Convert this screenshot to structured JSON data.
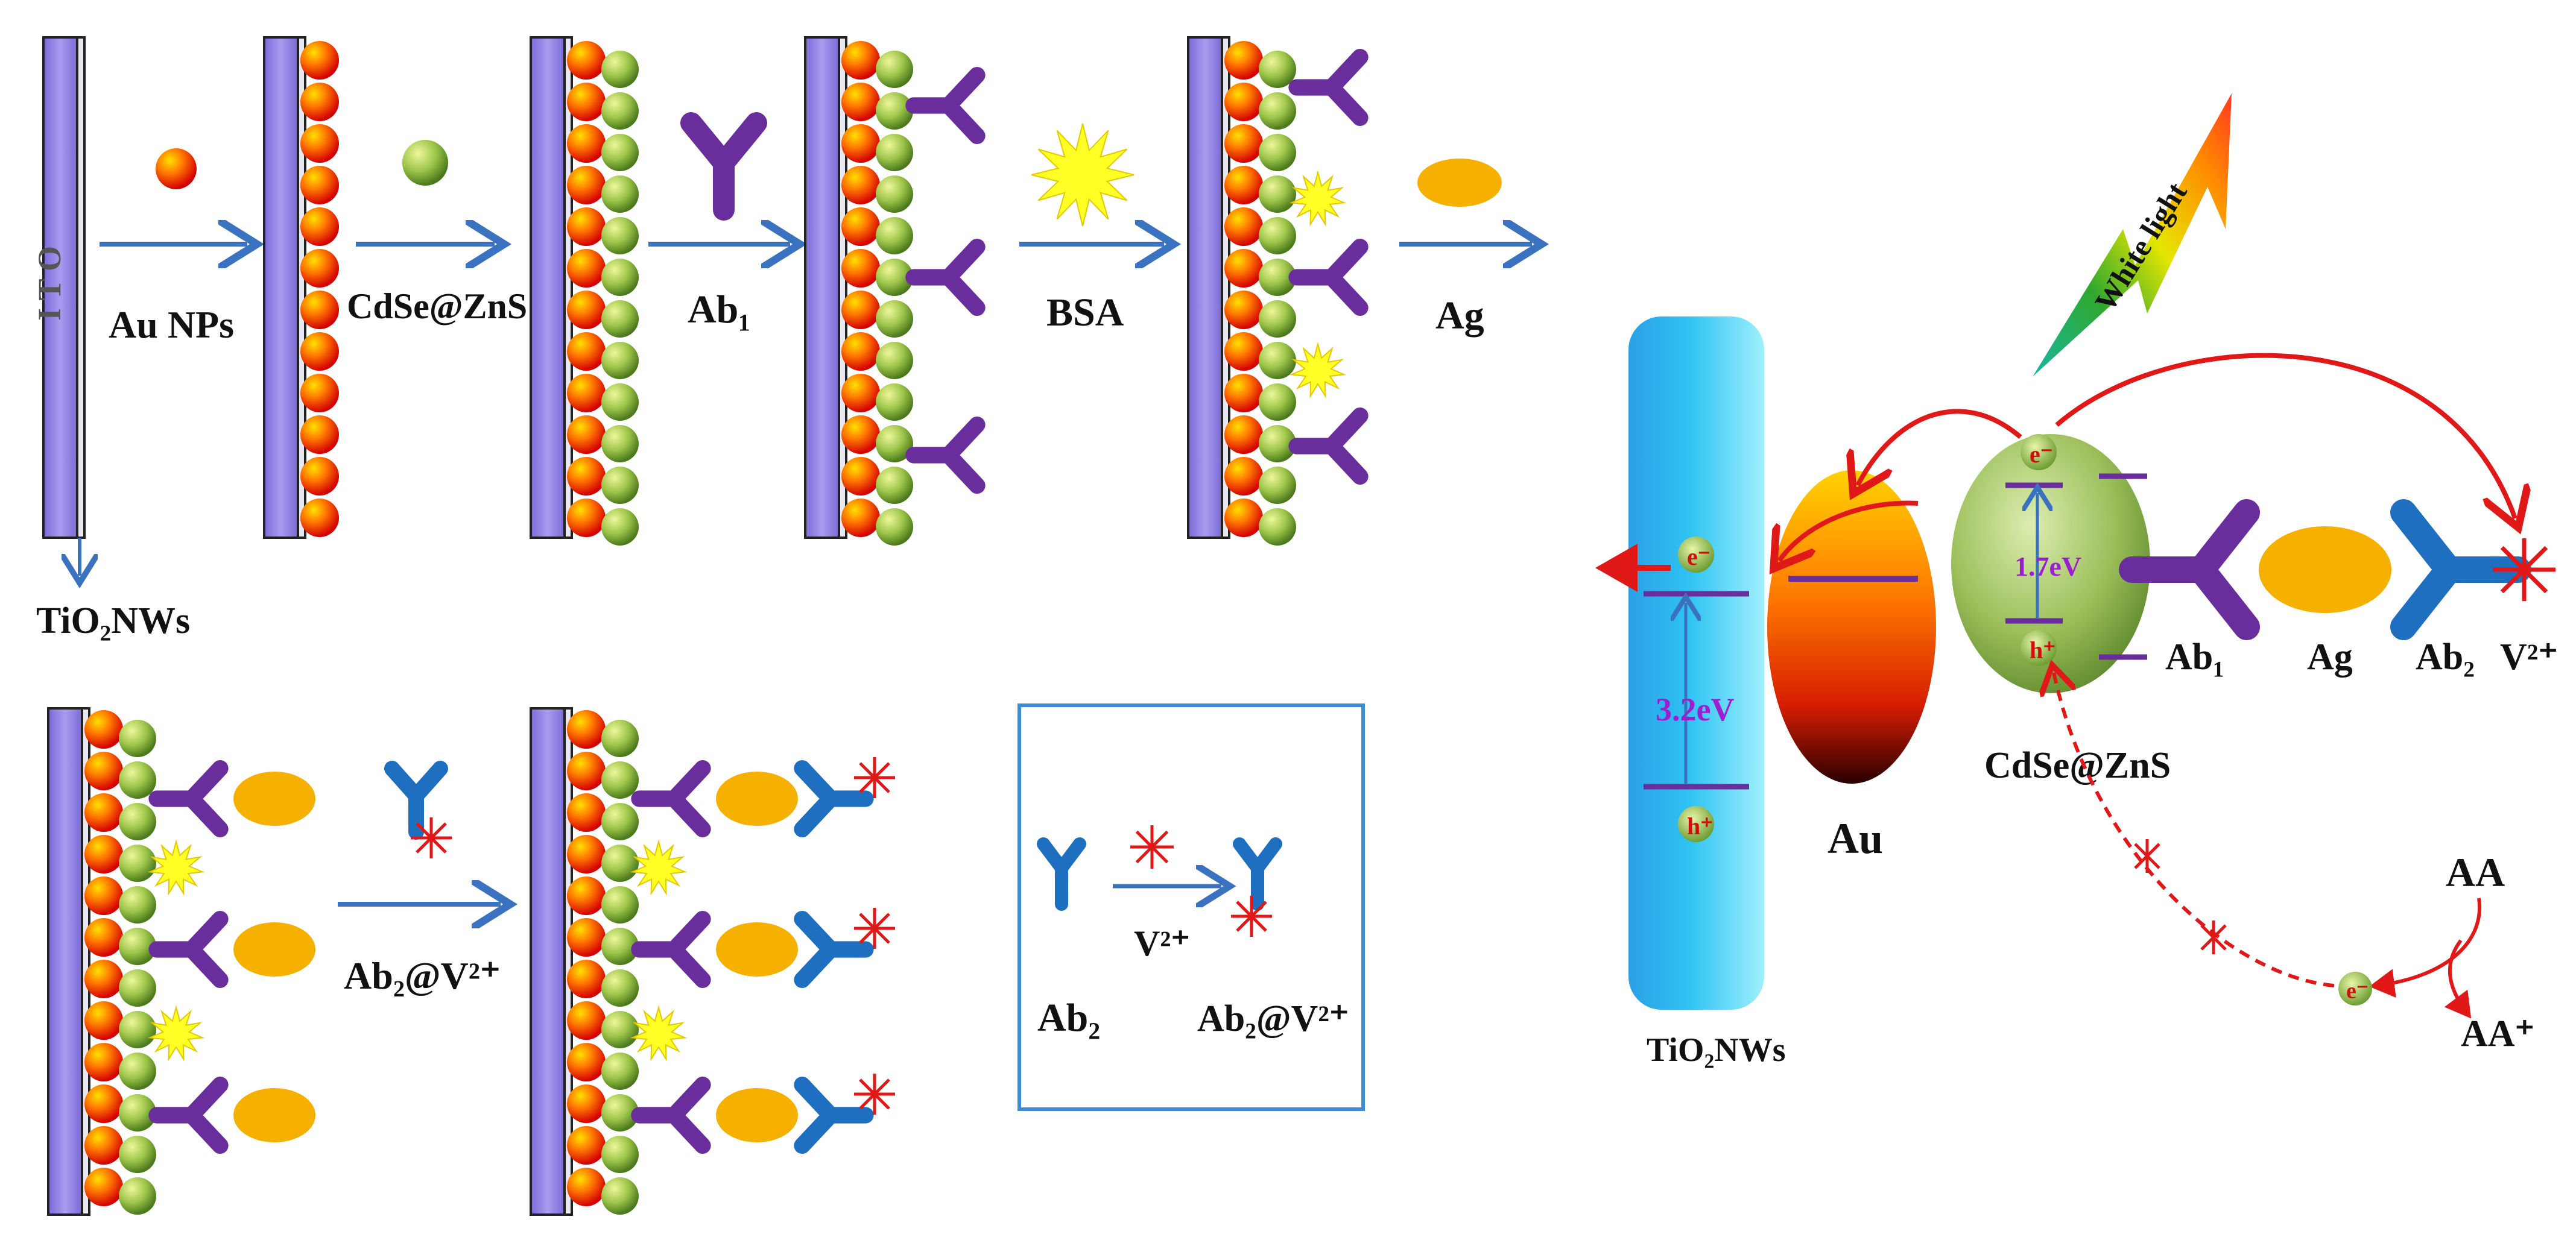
{
  "labels": {
    "ito": "I T O",
    "tio2_nws_left": "TiO₂NWs",
    "au_nps": "Au NPs",
    "cdse_zns": "CdSe@ZnS",
    "ab1": "Ab₁",
    "bsa": "BSA",
    "ag": "Ag",
    "ab2_v2": "Ab₂@V²⁺",
    "inset_ab2": "Ab₂",
    "inset_v2": "V²⁺",
    "inset_ab2_v2": "Ab₂@V²⁺"
  },
  "mechanism": {
    "white_light": "White light",
    "tio2_nws": "TiO₂NWs",
    "au": "Au",
    "cdse_zns": "CdSe@ZnS",
    "ab1": "Ab₁",
    "ag": "Ag",
    "ab2": "Ab₂",
    "v2": "V²⁺",
    "gap_tio2": "3.2eV",
    "gap_qd": "1.7eV",
    "electron": "e⁻",
    "hole": "h⁺",
    "aa": "AA",
    "aa_plus": "AA⁺"
  },
  "colors": {
    "arrow_blue": "#3b72c0",
    "antibody_purple": "#6a2e9c",
    "antibody_blue": "#1f6fc0",
    "electrode": "#8e7fe0",
    "ag_orange": "#f5b000",
    "red": "#e01818",
    "bandgap_text": "#9b1fd0"
  }
}
